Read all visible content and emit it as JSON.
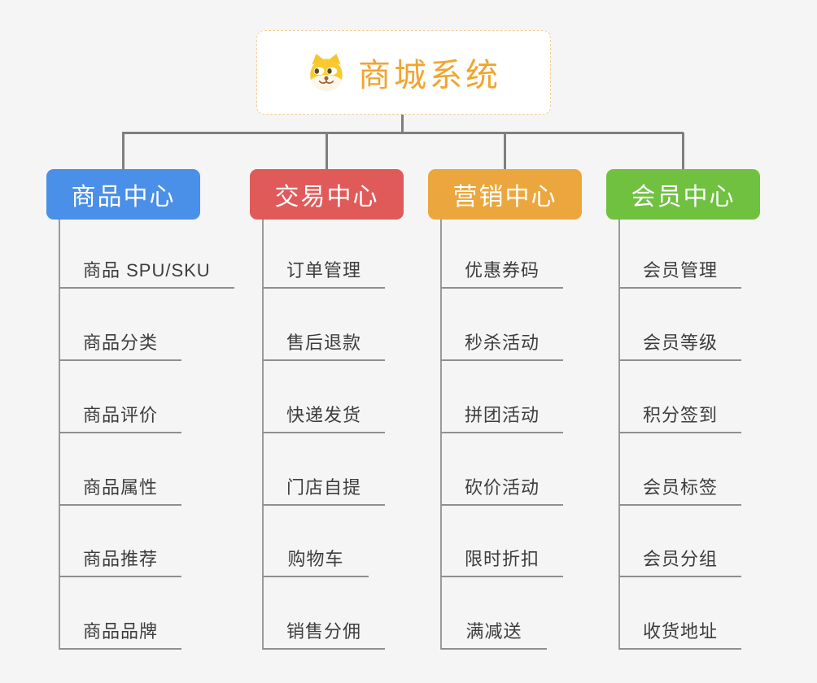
{
  "root": {
    "title": "商城系统",
    "title_color": "#f2a42e",
    "icon": "shiba-dog-icon"
  },
  "branches": [
    {
      "label": "商品中心",
      "color": "#4a8fe8",
      "children": [
        "商品 SPU/SKU",
        "商品分类",
        "商品评价",
        "商品属性",
        "商品推荐",
        "商品品牌"
      ]
    },
    {
      "label": "交易中心",
      "color": "#e05a5a",
      "children": [
        "订单管理",
        "售后退款",
        "快递发货",
        "门店自提",
        "购物车",
        "销售分佣"
      ]
    },
    {
      "label": "营销中心",
      "color": "#eba73e",
      "children": [
        "优惠券码",
        "秒杀活动",
        "拼团活动",
        "砍价活动",
        "限时折扣",
        "满减送"
      ]
    },
    {
      "label": "会员中心",
      "color": "#6fc13f",
      "children": [
        "会员管理",
        "会员等级",
        "积分签到",
        "会员标签",
        "会员分组",
        "收货地址"
      ]
    }
  ],
  "theme": {
    "background": "#f5f5f5",
    "connector_color": "#7f7f7f",
    "leaf_line_color": "#8f8f8f",
    "leaf_text_color": "#3d3d3d"
  }
}
